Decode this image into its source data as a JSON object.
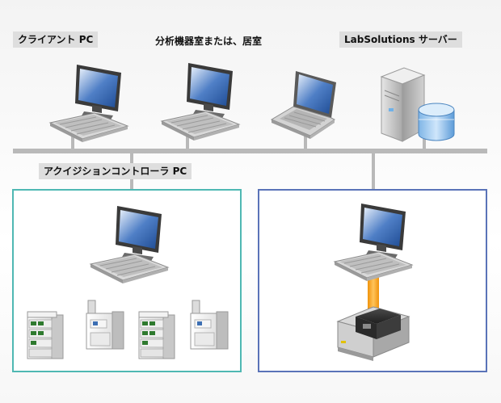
{
  "labels": {
    "client_pc": "クライアント PC",
    "location": "分析機器室または、居室",
    "server": "LabSolutions サーバー",
    "acq_pc": "アクイジションコントローラ PC"
  },
  "colors": {
    "network_line": "#b9b9b9",
    "left_box_border": "#4fb8b3",
    "right_box_border": "#5a73b8",
    "usb_link": "#f4a21a"
  },
  "icons": {
    "client_desktop": "desktop-pc-icon",
    "client_laptop": "laptop-icon",
    "server": "server-tower-icon",
    "database": "database-cylinder-icon",
    "instrument_lc": "lc-system-icon",
    "instrument_gc": "gc-system-icon",
    "instrument_ftir": "ftir-spectrometer-icon"
  }
}
